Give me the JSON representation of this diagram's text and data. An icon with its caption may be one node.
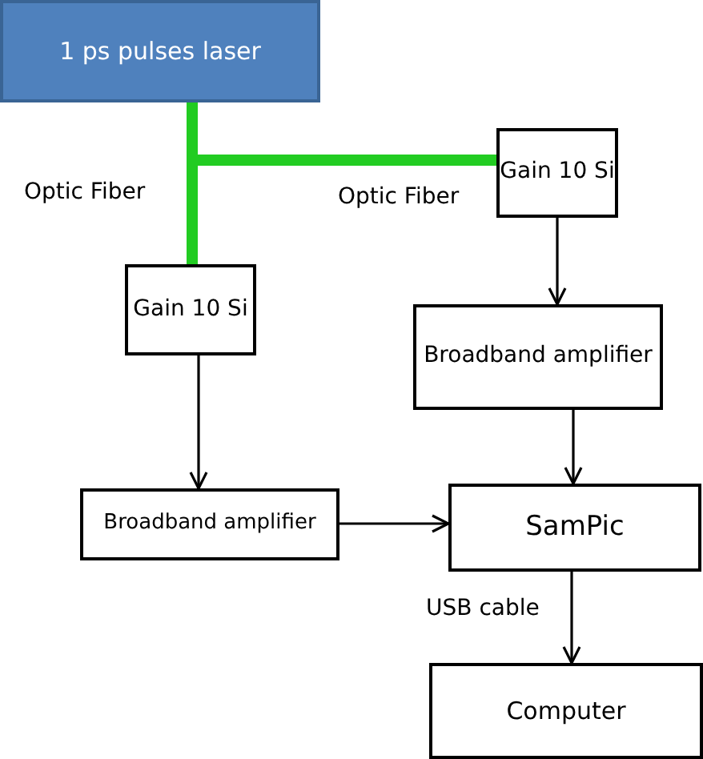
{
  "diagram": {
    "nodes": [
      {
        "text": [
          "1 ps pulses laser"
        ]
      },
      {
        "text": [
          "Gain 10 Si"
        ]
      },
      {
        "text": [
          "Gain 10 Si"
        ]
      },
      {
        "text": [
          "Broadband amplifier"
        ]
      },
      {
        "text": [
          "Broadband amplifier"
        ]
      },
      {
        "text": [
          "SamPic"
        ]
      },
      {
        "text": [
          "Computer"
        ]
      }
    ],
    "edges": [
      {
        "from": 0,
        "to": 1,
        "arrow": "none",
        "label": "Optic Fiber",
        "style": "thick",
        "color": "#22cc22"
      },
      {
        "from": 0,
        "to": 2,
        "arrow": "none",
        "label": "Optic Fiber",
        "style": "thick",
        "color": "#22cc22"
      },
      {
        "from": 1,
        "to": 4,
        "arrow": "to"
      },
      {
        "from": 2,
        "to": 3,
        "arrow": "to"
      },
      {
        "from": 3,
        "to": 5,
        "arrow": "to"
      },
      {
        "from": 4,
        "to": 5,
        "arrow": "to"
      },
      {
        "from": 5,
        "to": 6,
        "arrow": "to",
        "label": "USB cable"
      }
    ]
  }
}
